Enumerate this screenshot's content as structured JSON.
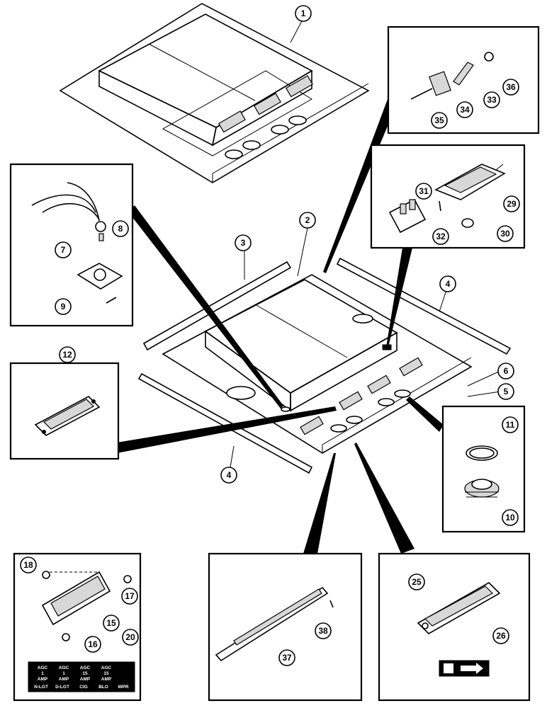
{
  "callouts": {
    "c1": "1",
    "c2": "2",
    "c3": "3",
    "c4a": "4",
    "c4b": "4",
    "c5": "5",
    "c6": "6",
    "c7": "7",
    "c8": "8",
    "c9": "9",
    "c10": "10",
    "c11": "11",
    "c12": "12",
    "c15": "15",
    "c16": "16",
    "c17": "17",
    "c18": "18",
    "c20": "20",
    "c25": "25",
    "c26": "26",
    "c29": "29",
    "c30": "30",
    "c31": "31",
    "c32": "32",
    "c33": "33",
    "c34": "34",
    "c35": "35",
    "c36": "36",
    "c37": "37",
    "c38": "38"
  },
  "fuse_decal": {
    "row1": [
      "AGC",
      "AGC",
      "AGC",
      "AGC"
    ],
    "row2": [
      "1",
      "1",
      "15",
      "15"
    ],
    "row3": [
      "AMP",
      "AMP",
      "AMP",
      "AMP"
    ],
    "row4": [
      "N-LGT",
      "D-LGT",
      "CIG",
      "BLO",
      "WPR"
    ]
  }
}
